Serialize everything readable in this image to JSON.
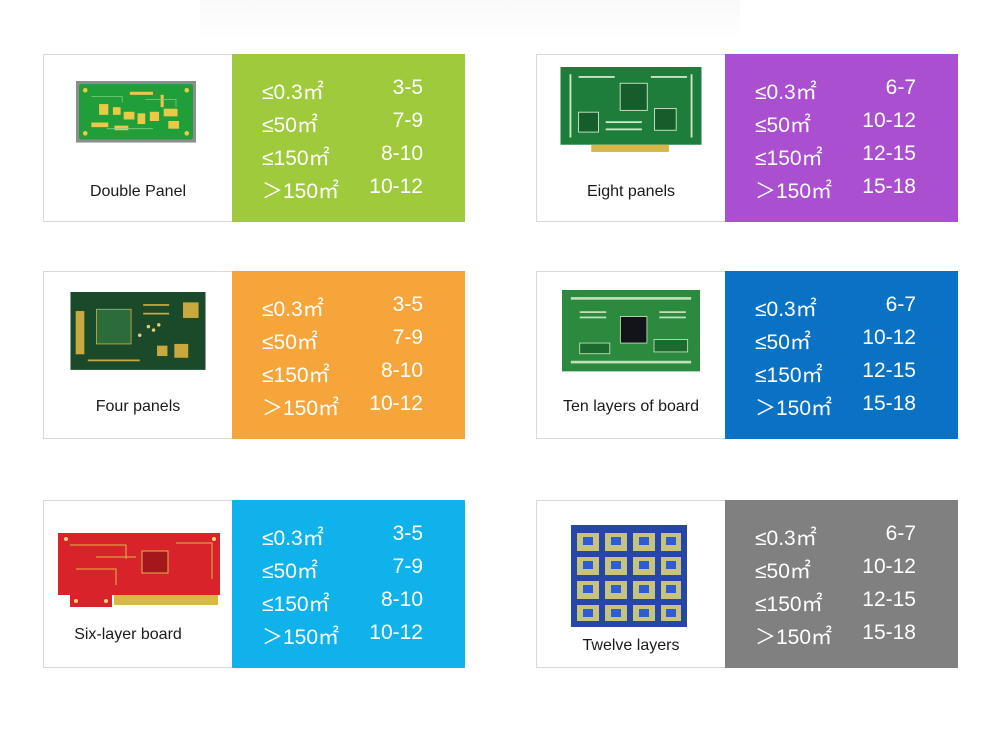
{
  "cards": [
    {
      "name": "Double Panel",
      "panel_color": "#9fca3c",
      "board_color": "#1f9e3a",
      "rows": [
        {
          "area": "≤0.3㎡",
          "days": "3-5"
        },
        {
          "area": "≤50㎡",
          "days": "7-9"
        },
        {
          "area": "≤150㎡",
          "days": "8-10"
        },
        {
          "area": "＞150㎡",
          "days": "10-12"
        }
      ]
    },
    {
      "name": "Eight panels",
      "panel_color": "#a94fd0",
      "board_color": "#1e7d3b",
      "rows": [
        {
          "area": "≤0.3㎡",
          "days": "6-7"
        },
        {
          "area": "≤50㎡",
          "days": "10-12"
        },
        {
          "area": "≤150㎡",
          "days": "12-15"
        },
        {
          "area": "＞150㎡",
          "days": "15-18"
        }
      ]
    },
    {
      "name": "Four panels",
      "panel_color": "#f6a53a",
      "board_color": "#1b4a2a",
      "rows": [
        {
          "area": "≤0.3㎡",
          "days": "3-5"
        },
        {
          "area": "≤50㎡",
          "days": "7-9"
        },
        {
          "area": "≤150㎡",
          "days": "8-10"
        },
        {
          "area": "＞150㎡",
          "days": "10-12"
        }
      ]
    },
    {
      "name": "Ten layers of board",
      "panel_color": "#0a72c5",
      "board_color": "#2b8a3e",
      "rows": [
        {
          "area": "≤0.3㎡",
          "days": "6-7"
        },
        {
          "area": "≤50㎡",
          "days": "10-12"
        },
        {
          "area": "≤150㎡",
          "days": "12-15"
        },
        {
          "area": "＞150㎡",
          "days": "15-18"
        }
      ]
    },
    {
      "name": "Six-layer board",
      "panel_color": "#0fb2ea",
      "board_color": "#d8232a",
      "rows": [
        {
          "area": "≤0.3㎡",
          "days": "3-5"
        },
        {
          "area": "≤50㎡",
          "days": "7-9"
        },
        {
          "area": "≤150㎡",
          "days": "8-10"
        },
        {
          "area": "＞150㎡",
          "days": "10-12"
        }
      ]
    },
    {
      "name": "Twelve layers",
      "panel_color": "#808080",
      "board_color": "#2747a8",
      "rows": [
        {
          "area": "≤0.3㎡",
          "days": "6-7"
        },
        {
          "area": "≤50㎡",
          "days": "10-12"
        },
        {
          "area": "≤150㎡",
          "days": "12-15"
        },
        {
          "area": "＞150㎡",
          "days": "15-18"
        }
      ]
    }
  ]
}
